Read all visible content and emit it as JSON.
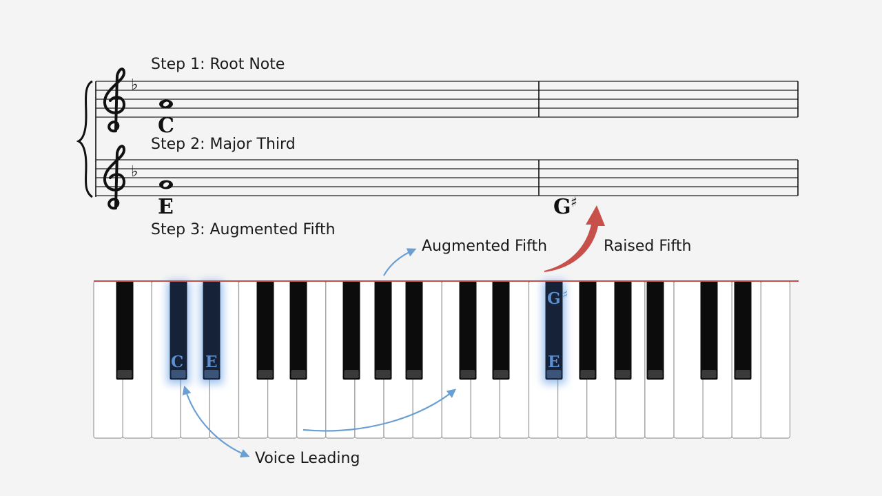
{
  "steps": {
    "step1": "Step 1: Root Note",
    "step2": "Step 2: Major Third",
    "step3": "Step 3: Augmented Fifth"
  },
  "staff": {
    "note_upper": "C",
    "note_lower": "E",
    "note_sharp": "G",
    "sharp_symbol": "♯",
    "flat_symbol": "♭"
  },
  "keyboard": {
    "label_c": "C",
    "label_e1": "E",
    "label_g": "G",
    "label_sharp": "♯",
    "label_e2": "E",
    "highlight_color": "#4a8ce0"
  },
  "annotations": {
    "augmented_fifth": "Augmented Fifth",
    "raised_fifth": "Raised Fifth",
    "voice_leading": "Voice Leading"
  },
  "colors": {
    "arrow_blue": "#6a9fd4",
    "arrow_red": "#c8504a",
    "keyboard_top_line": "#c0504d"
  }
}
